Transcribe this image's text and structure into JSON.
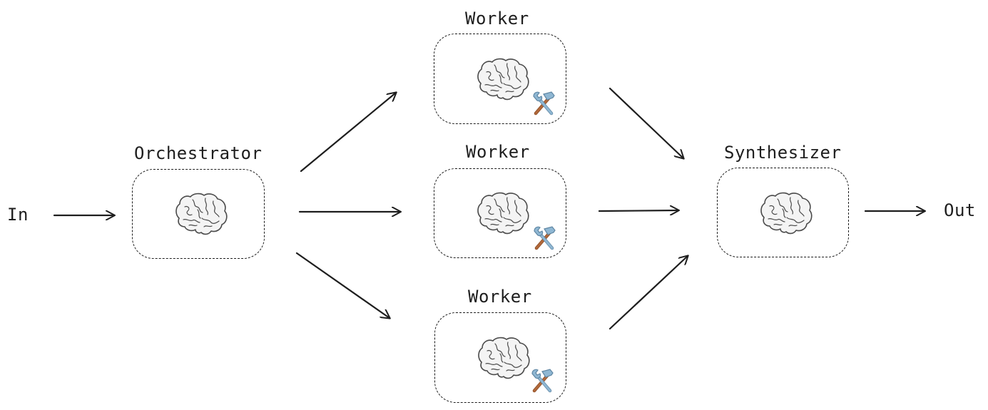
{
  "input_label": "In",
  "output_label": "Out",
  "orchestrator": {
    "title": "Orchestrator",
    "icons": [
      "brain-icon"
    ]
  },
  "workers": [
    {
      "title": "Worker",
      "icons": [
        "brain-icon",
        "hammer-and-wrench-icon"
      ]
    },
    {
      "title": "Worker",
      "icons": [
        "brain-icon",
        "hammer-and-wrench-icon"
      ]
    },
    {
      "title": "Worker",
      "icons": [
        "brain-icon",
        "hammer-and-wrench-icon"
      ]
    }
  ],
  "synthesizer": {
    "title": "Synthesizer",
    "icons": [
      "brain-icon"
    ]
  },
  "colors": {
    "stroke": "#1e1e1e",
    "brain_outline": "#4a4a4a",
    "brain_fill": "#f4f4f4",
    "tool_handle": "#b0683a",
    "tool_metal": "#8fb7d3"
  }
}
